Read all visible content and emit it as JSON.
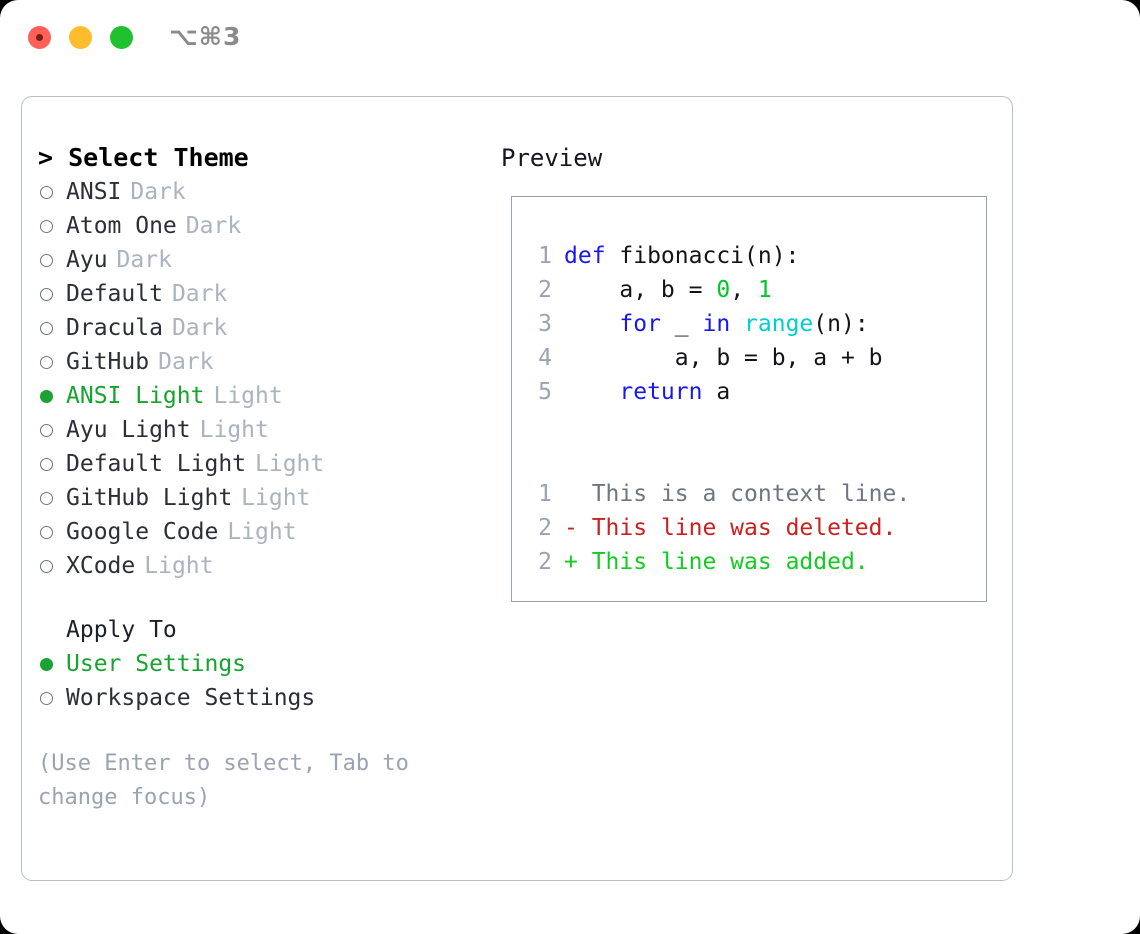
{
  "titlebar": {
    "shortcut": "⌥⌘3",
    "buttons": [
      "close",
      "minimize",
      "zoom"
    ]
  },
  "theme_panel": {
    "heading": "> Select Theme",
    "options": [
      {
        "label": "ANSI",
        "tag": "Dark",
        "selected": false
      },
      {
        "label": "Atom One",
        "tag": "Dark",
        "selected": false
      },
      {
        "label": "Ayu",
        "tag": "Dark",
        "selected": false
      },
      {
        "label": "Default",
        "tag": "Dark",
        "selected": false
      },
      {
        "label": "Dracula",
        "tag": "Dark",
        "selected": false
      },
      {
        "label": "GitHub",
        "tag": "Dark",
        "selected": false
      },
      {
        "label": "ANSI Light",
        "tag": "Light",
        "selected": true
      },
      {
        "label": "Ayu Light",
        "tag": "Light",
        "selected": false
      },
      {
        "label": "Default Light",
        "tag": "Light",
        "selected": false
      },
      {
        "label": "GitHub Light",
        "tag": "Light",
        "selected": false
      },
      {
        "label": "Google Code",
        "tag": "Light",
        "selected": false
      },
      {
        "label": "XCode",
        "tag": "Light",
        "selected": false
      }
    ]
  },
  "apply_to": {
    "heading": "Apply To",
    "options": [
      {
        "label": "User Settings",
        "selected": true
      },
      {
        "label": "Workspace Settings",
        "selected": false
      }
    ]
  },
  "hint": "(Use Enter to select, Tab to change focus)",
  "preview": {
    "title": "Preview",
    "code_lines": [
      {
        "number": "1",
        "tokens": [
          {
            "text": "def ",
            "type": "kw"
          },
          {
            "text": "fibonacci(n):",
            "type": "txt"
          }
        ]
      },
      {
        "number": "2",
        "tokens": [
          {
            "text": "    a, b = ",
            "type": "txt"
          },
          {
            "text": "0",
            "type": "num"
          },
          {
            "text": ", ",
            "type": "txt"
          },
          {
            "text": "1",
            "type": "num"
          }
        ]
      },
      {
        "number": "3",
        "tokens": [
          {
            "text": "    ",
            "type": "txt"
          },
          {
            "text": "for",
            "type": "kw"
          },
          {
            "text": " _ ",
            "type": "txt"
          },
          {
            "text": "in",
            "type": "kw"
          },
          {
            "text": " ",
            "type": "txt"
          },
          {
            "text": "range",
            "type": "fn"
          },
          {
            "text": "(n):",
            "type": "txt"
          }
        ]
      },
      {
        "number": "4",
        "tokens": [
          {
            "text": "        a, b = b, a + b",
            "type": "txt"
          }
        ]
      },
      {
        "number": "5",
        "tokens": [
          {
            "text": "    ",
            "type": "txt"
          },
          {
            "text": "return",
            "type": "kw"
          },
          {
            "text": " a",
            "type": "txt"
          }
        ]
      }
    ],
    "diff_lines": [
      {
        "number": "1",
        "marker": "  ",
        "text": "This is a context line.",
        "kind": "context"
      },
      {
        "number": "2",
        "marker": "- ",
        "text": "This line was deleted.",
        "kind": "deleted"
      },
      {
        "number": "2",
        "marker": "+ ",
        "text": "This line was added.",
        "kind": "added"
      }
    ]
  },
  "colors": {
    "accent_green": "#16a42e",
    "keyword_blue": "#1818ee",
    "number_green": "#00c62a",
    "function_cyan": "#00cfcf",
    "diff_add": "#12cc21",
    "diff_del": "#cc1f1f",
    "muted": "#9aa3b1",
    "border": "#b6c0cc"
  }
}
